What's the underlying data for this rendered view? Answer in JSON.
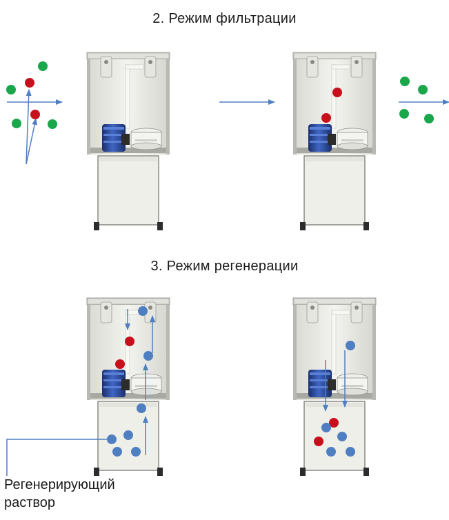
{
  "headings": {
    "filtration": "2. Режим фильтрации",
    "regeneration": "3. Режим регенерации"
  },
  "caption": {
    "line1": "Регенерирующий",
    "line2": "раствор"
  },
  "colors": {
    "clean_particle": "#1aa64a",
    "contaminant_particle": "#c8101c",
    "regenerant_particle": "#4f7fc0",
    "flow_arrow": "#4f7fc0",
    "housing": "#ebebe6",
    "pump_motor": "#2c4fa5"
  },
  "icons": [
    "flow-arrow-icon",
    "particle-icon",
    "pump-motor-icon",
    "filter-housing-icon"
  ]
}
